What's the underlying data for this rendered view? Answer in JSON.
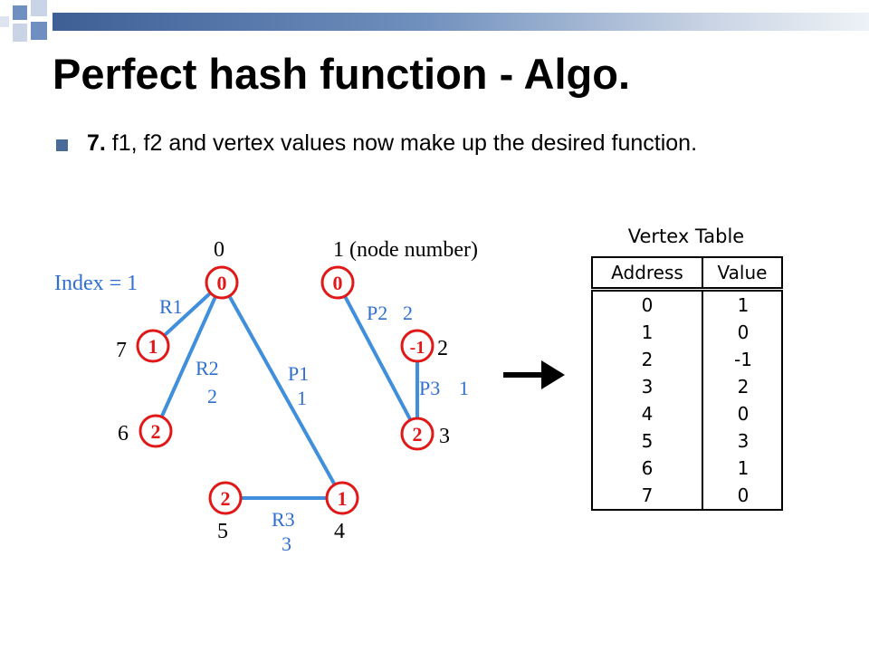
{
  "slide": {
    "title": "Perfect hash function - Algo.",
    "bullet": {
      "number": "7.",
      "text": " f1, f2 and vertex values now make up the desired function."
    }
  },
  "graph": {
    "index_label": "Index = 1",
    "node_numbers_caption": "(node number)",
    "nodes": [
      {
        "id": "g0",
        "value": "0",
        "number": "0"
      },
      {
        "id": "g7",
        "value": "1",
        "number": "7"
      },
      {
        "id": "g6",
        "value": "2",
        "number": "6"
      },
      {
        "id": "g5",
        "value": "2",
        "number": "5"
      },
      {
        "id": "g4",
        "value": "1",
        "number": "4"
      },
      {
        "id": "g1",
        "value": "0",
        "number": "1"
      },
      {
        "id": "g2",
        "value": "-1",
        "number": "2"
      },
      {
        "id": "g3",
        "value": "2",
        "number": "3"
      }
    ],
    "edges": [
      {
        "id": "R1",
        "label": "R1",
        "value": ""
      },
      {
        "id": "R2",
        "label": "R2",
        "value": "2"
      },
      {
        "id": "P1",
        "label": "P1",
        "value": "1"
      },
      {
        "id": "R3",
        "label": "R3",
        "value": "3"
      },
      {
        "id": "P2",
        "label": "P2",
        "value": "2"
      },
      {
        "id": "P3",
        "label": "P3",
        "value": "1"
      }
    ],
    "colors": {
      "edge": "#3f8fdc",
      "label": "#2f6fd0",
      "node_border": "#e01818",
      "node_fill": "#ffffff"
    }
  },
  "vertex_table": {
    "title": "Vertex Table",
    "headers": [
      "Address",
      "Value"
    ],
    "rows": [
      [
        "0",
        "1"
      ],
      [
        "1",
        "0"
      ],
      [
        "2",
        "-1"
      ],
      [
        "3",
        "2"
      ],
      [
        "4",
        "0"
      ],
      [
        "5",
        "3"
      ],
      [
        "6",
        "1"
      ],
      [
        "7",
        "0"
      ]
    ]
  }
}
